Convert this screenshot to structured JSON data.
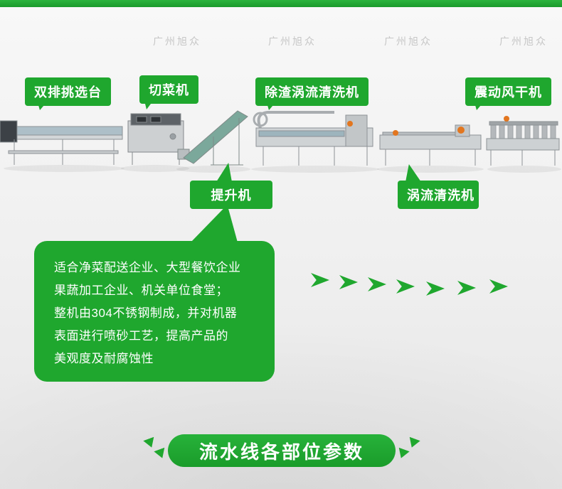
{
  "theme": {
    "accent_green": "#1fa72e",
    "accent_green_dark": "#1a9c2a",
    "orange_accent": "#e2761f",
    "background_top": "#f8f8f8",
    "background_bottom": "#e6e6e6",
    "watermark_gray": "#c6c6c6"
  },
  "watermark": {
    "text": "广州旭众"
  },
  "machine_labels": [
    {
      "id": "sorting-table",
      "label": "双排挑选台"
    },
    {
      "id": "cutting-machine",
      "label": "切菜机"
    },
    {
      "id": "slag-vortex-washer",
      "label": "除渣涡流清洗机"
    },
    {
      "id": "vibration-dryer",
      "label": "震动风干机"
    },
    {
      "id": "elevator",
      "label": "提升机"
    },
    {
      "id": "vortex-washer",
      "label": "涡流清洗机"
    }
  ],
  "bubble": {
    "lines": [
      "适合净菜配送企业、大型餐饮企业",
      "果蔬加工企业、机关单位食堂；",
      "整机由304不锈钢制成，并对机器",
      "表面进行喷砂工艺，提高产品的",
      "美观度及耐腐蚀性"
    ]
  },
  "banner": {
    "title": "流水线各部位参数"
  }
}
